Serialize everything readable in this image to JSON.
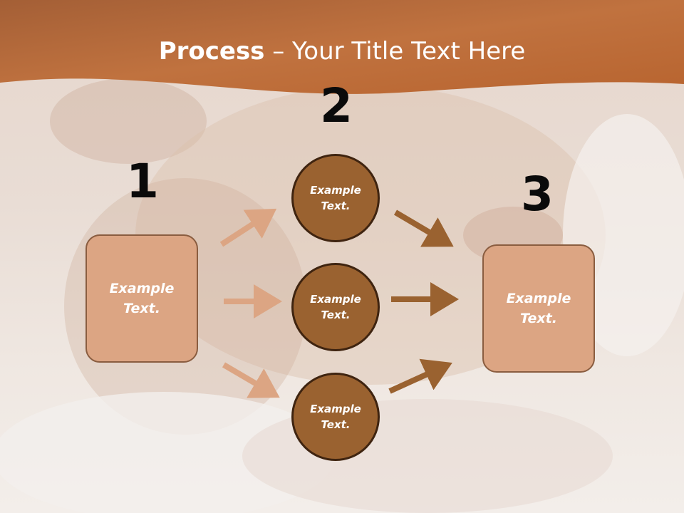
{
  "title": {
    "bold": "Process",
    "rest": " – Your Title Text Here"
  },
  "steps": [
    {
      "number": "1",
      "text": "Example\nText."
    },
    {
      "number": "2",
      "texts": [
        "Example\nText.",
        "Example\nText.",
        "Example\nText."
      ]
    },
    {
      "number": "3",
      "text": "Example\nText."
    }
  ],
  "colors": {
    "header": "#b86c3c",
    "box_fill": "#dca583",
    "circle_fill": "#9a6230",
    "arrow_light": "#dca583",
    "arrow_dark": "#9a6230"
  }
}
